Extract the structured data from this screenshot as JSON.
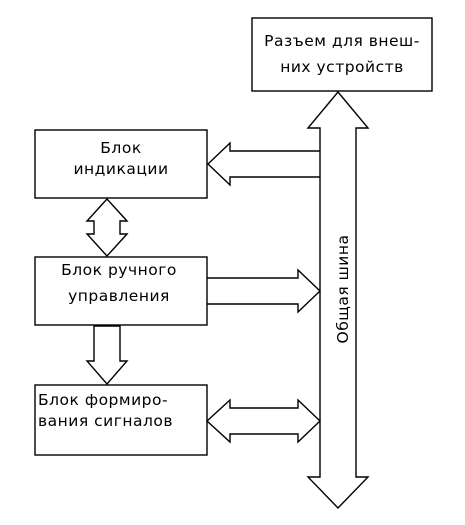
{
  "blocks": {
    "connector": {
      "line1": "Разъем для внеш-",
      "line2": "них устройств"
    },
    "indication": {
      "line1": "Блок",
      "line2": "индикации"
    },
    "manual": {
      "line1": "Блок ручного",
      "line2": "управления"
    },
    "signal": {
      "line1": "Блок формиро-",
      "line2": "вания сигналов"
    }
  },
  "bus": {
    "label": "Общая    шина"
  }
}
